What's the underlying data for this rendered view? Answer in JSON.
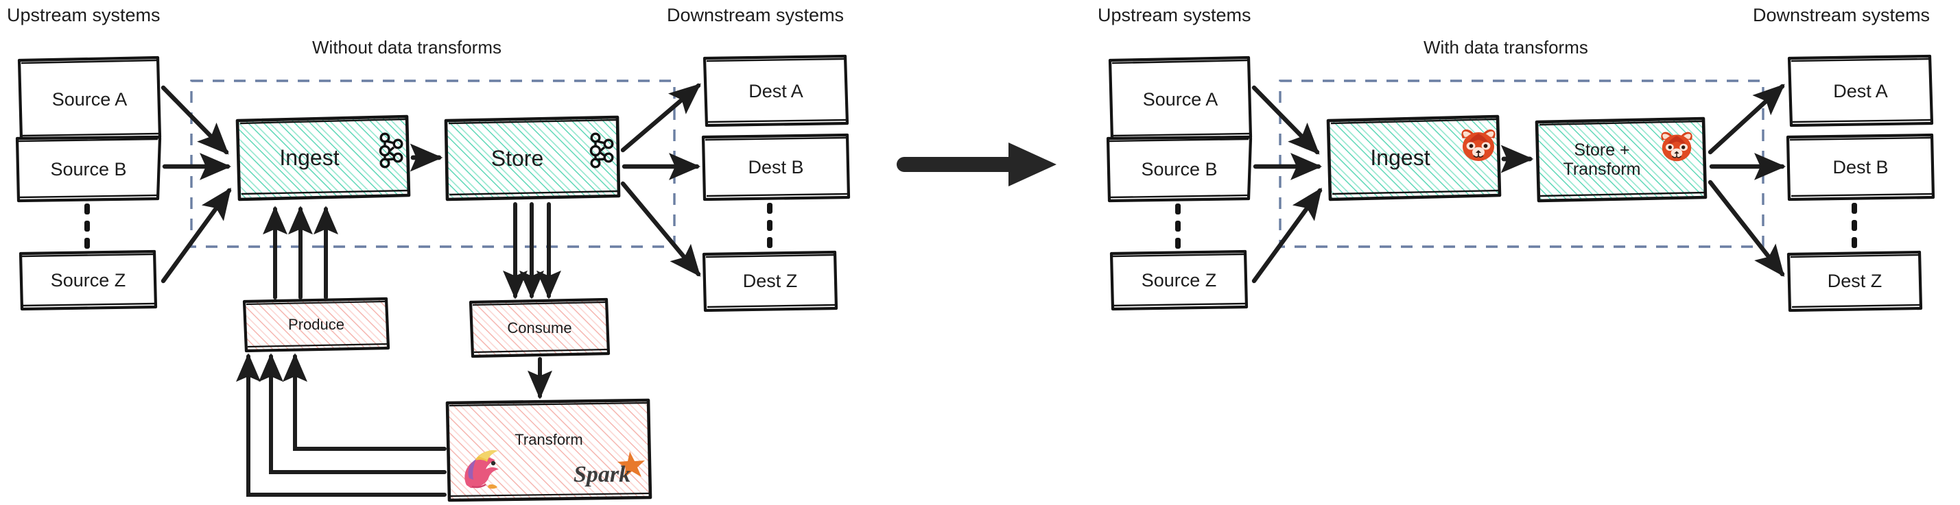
{
  "diagram": {
    "title_left": "Without data transforms",
    "title_right": "With data transforms",
    "colors": {
      "ink": "#1d1d1d",
      "boundary_dashed": "#6b7fa3",
      "teal_hatch": "#57d6b4",
      "pink_hatch": "#f4b3ae",
      "redpanda_red": "#e04a22",
      "spark_orange": "#e8792b"
    }
  },
  "left_panel": {
    "upstream_heading": "Upstream systems",
    "downstream_heading": "Downstream systems",
    "group_title": "Without data transforms",
    "sources": [
      {
        "label": "Source A"
      },
      {
        "label": "Source B"
      },
      {
        "label": "Source Z"
      }
    ],
    "source_ellipsis": "vertical-dots",
    "destinations": [
      {
        "label": "Dest A"
      },
      {
        "label": "Dest B"
      },
      {
        "label": "Dest Z"
      }
    ],
    "dest_ellipsis": "vertical-dots",
    "platform_nodes": [
      {
        "label": "Ingest",
        "icon": "kafka-icon",
        "fill": "teal-hatch"
      },
      {
        "label": "Store",
        "icon": "kafka-icon",
        "fill": "teal-hatch"
      }
    ],
    "external_nodes": [
      {
        "label": "Produce",
        "icon": "none",
        "fill": "pink-hatch"
      },
      {
        "label": "Consume",
        "icon": "none",
        "fill": "pink-hatch"
      },
      {
        "label": "Transform",
        "icon": "flink-icon spark-icon",
        "fill": "pink-hatch"
      }
    ],
    "transform_logos": [
      {
        "name": "flink-squirrel-icon"
      },
      {
        "name": "spark-icon",
        "text": "Spark"
      }
    ]
  },
  "right_panel": {
    "upstream_heading": "Upstream systems",
    "downstream_heading": "Downstream systems",
    "group_title": "With data transforms",
    "sources": [
      {
        "label": "Source A"
      },
      {
        "label": "Source B"
      },
      {
        "label": "Source Z"
      }
    ],
    "source_ellipsis": "vertical-dots",
    "destinations": [
      {
        "label": "Dest A"
      },
      {
        "label": "Dest B"
      },
      {
        "label": "Dest Z"
      }
    ],
    "dest_ellipsis": "vertical-dots",
    "platform_nodes": [
      {
        "label": "Ingest",
        "icon": "redpanda-icon",
        "fill": "teal-hatch"
      },
      {
        "label": "Store +\nTransform",
        "label_line1": "Store +",
        "label_line2": "Transform",
        "icon": "redpanda-icon",
        "fill": "teal-hatch"
      }
    ]
  },
  "center": {
    "arrow": "big-right-arrow"
  }
}
